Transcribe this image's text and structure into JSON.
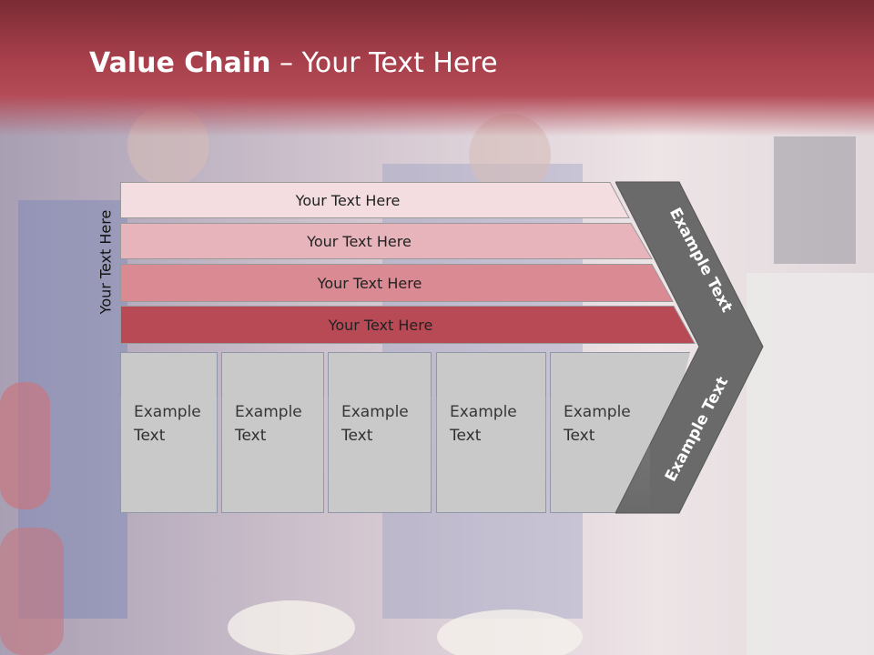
{
  "title": {
    "bold": "Value Chain",
    "rest": " – Your Text Here"
  },
  "side_label": "Your Text Here",
  "bars": [
    {
      "label": "Your Text Here",
      "color": "#f4dde0"
    },
    {
      "label": "Your Text Here",
      "color": "#e6b4ba"
    },
    {
      "label": "Your Text Here",
      "color": "#d98a93"
    },
    {
      "label": "Your Text Here",
      "color": "#b84a56"
    }
  ],
  "columns": [
    {
      "line1": "Example",
      "line2": "Text"
    },
    {
      "line1": "Example",
      "line2": "Text"
    },
    {
      "line1": "Example",
      "line2": "Text"
    },
    {
      "line1": "Example",
      "line2": "Text"
    },
    {
      "line1": "Example",
      "line2": "Text"
    }
  ],
  "arrow": {
    "upper_label": "Example Text",
    "lower_label": "Example Text",
    "color": "#6a6a6a"
  },
  "colors": {
    "title_band": "#a8404c",
    "column_fill": "#c9c9ca",
    "column_border": "#8f96a8"
  }
}
